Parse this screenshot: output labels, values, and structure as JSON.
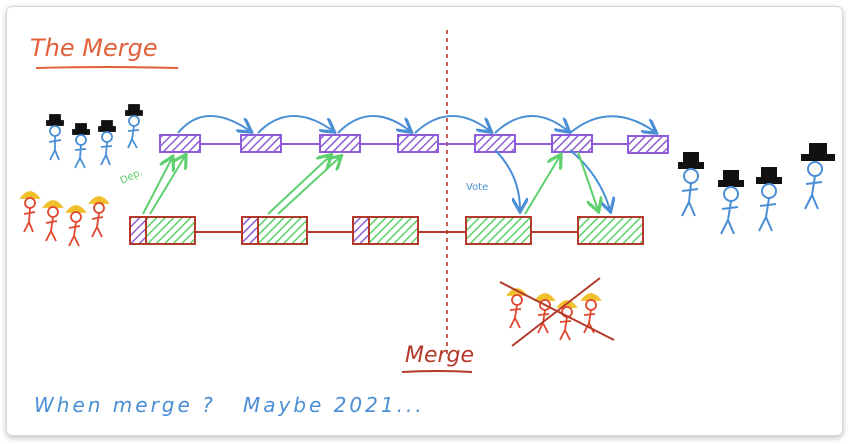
{
  "title": "The Merge",
  "labels": {
    "dep": "Dep.",
    "vote": "Vote",
    "merge": "Merge",
    "footer_question": "When merge ?",
    "footer_answer": "Maybe 2021..."
  },
  "colors": {
    "title": "#e2603a",
    "beacon_block": "#8e5cd8",
    "eth1_block_border": "#b33a2a",
    "eth1_block_fill": "#5bd06a",
    "arrow_blue": "#4a8fd6",
    "arrow_green": "#5fd06f",
    "divider": "#b33a2a",
    "validator": "#4a8fd6",
    "miner": "#e0472f",
    "helmet": "#f0c02c",
    "hat": "#111111",
    "footer": "#4a8fd6",
    "merge_text": "#b33a2a"
  },
  "icons": {
    "validator": "stick-figure-top-hat",
    "miner": "stick-figure-hard-hat"
  }
}
